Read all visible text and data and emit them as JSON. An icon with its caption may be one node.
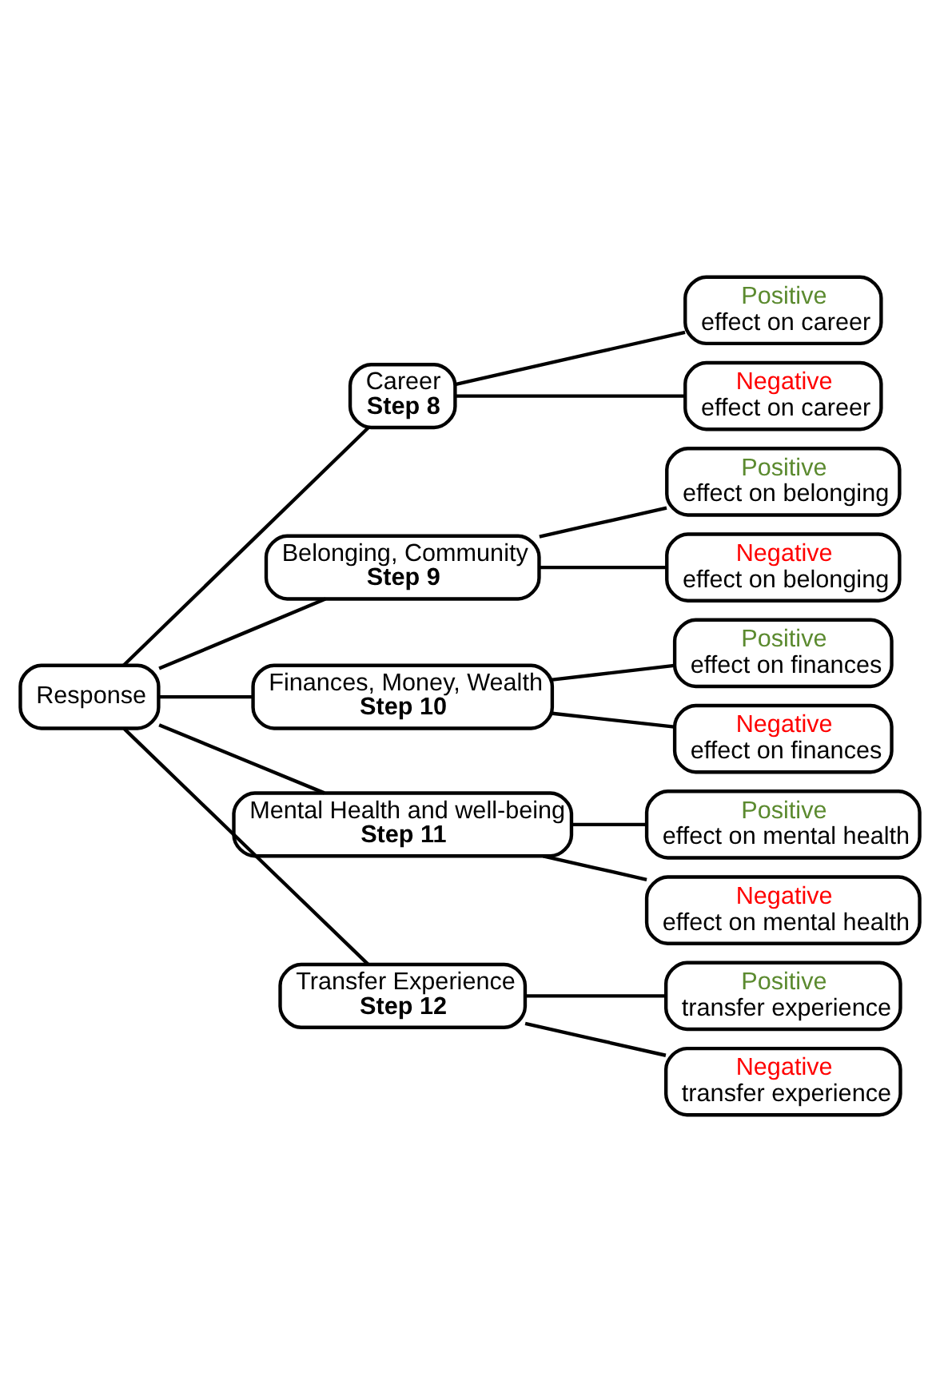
{
  "diagram": {
    "nodes": [
      {
        "text": [
          "Response"
        ]
      },
      {
        "text": [
          "Career",
          "Step 8"
        ]
      },
      {
        "text": [
          "Positive",
          "effect on career"
        ]
      },
      {
        "text": [
          "Negative",
          "effect on career"
        ]
      },
      {
        "text": [
          "Belonging, Community",
          "Step 9"
        ]
      },
      {
        "text": [
          "Positive",
          "effect on belonging"
        ]
      },
      {
        "text": [
          "Negative",
          "effect on belonging"
        ]
      },
      {
        "text": [
          "Finances, Money, Wealth",
          "Step 10"
        ]
      },
      {
        "text": [
          "Positive",
          "effect on finances"
        ]
      },
      {
        "text": [
          "Negative",
          "effect on finances"
        ]
      },
      {
        "text": [
          "Mental Health and well-being",
          "Step 11"
        ]
      },
      {
        "text": [
          "Positive",
          "effect on mental health"
        ]
      },
      {
        "text": [
          "Negative",
          "effect on mental health"
        ]
      },
      {
        "text": [
          "Transfer Experience",
          "Step 12"
        ]
      },
      {
        "text": [
          "Positive",
          "transfer experience"
        ]
      },
      {
        "text": [
          "Negative",
          "transfer experience"
        ]
      }
    ],
    "edges": [
      {
        "from": 0,
        "to": 1,
        "arrow": "none"
      },
      {
        "from": 0,
        "to": 4,
        "arrow": "none"
      },
      {
        "from": 0,
        "to": 7,
        "arrow": "none"
      },
      {
        "from": 0,
        "to": 10,
        "arrow": "none"
      },
      {
        "from": 0,
        "to": 13,
        "arrow": "none"
      },
      {
        "from": 1,
        "to": 2,
        "arrow": "none"
      },
      {
        "from": 1,
        "to": 3,
        "arrow": "none"
      },
      {
        "from": 4,
        "to": 5,
        "arrow": "none"
      },
      {
        "from": 4,
        "to": 6,
        "arrow": "none"
      },
      {
        "from": 7,
        "to": 8,
        "arrow": "none"
      },
      {
        "from": 7,
        "to": 9,
        "arrow": "none"
      },
      {
        "from": 10,
        "to": 11,
        "arrow": "none"
      },
      {
        "from": 10,
        "to": 12,
        "arrow": "none"
      },
      {
        "from": 13,
        "to": 14,
        "arrow": "none"
      },
      {
        "from": 13,
        "to": 15,
        "arrow": "none"
      }
    ]
  }
}
